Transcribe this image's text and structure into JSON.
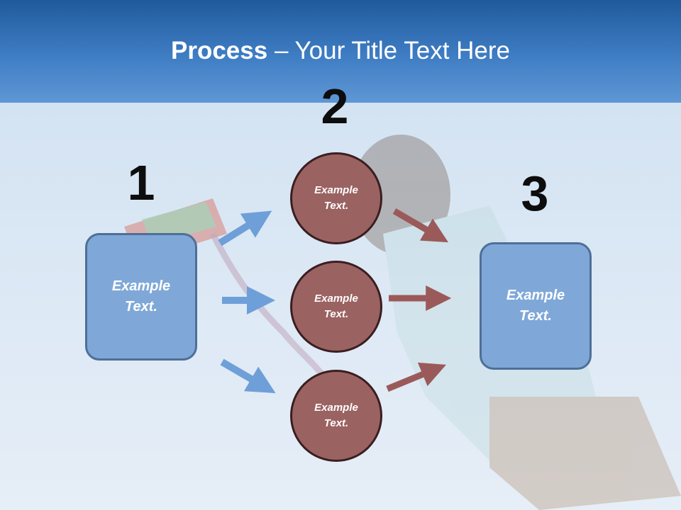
{
  "slide": {
    "title_bold": "Process",
    "title_rest": " – Your Title Text Here"
  },
  "steps": {
    "one": "1",
    "two": "2",
    "three": "3"
  },
  "left_box": {
    "line1": "Example",
    "line2": "Text."
  },
  "circles": [
    {
      "line1": "Example",
      "line2": "Text."
    },
    {
      "line1": "Example",
      "line2": "Text."
    },
    {
      "line1": "Example",
      "line2": "Text."
    }
  ],
  "right_box": {
    "line1": "Example",
    "line2": "Text."
  },
  "colors": {
    "header": "#2f6db5",
    "box_fill": "#7fa8d8",
    "circle_fill": "#9b6262",
    "blue_arrow": "#6f9fd8",
    "red_arrow": "#9b5a5a"
  }
}
